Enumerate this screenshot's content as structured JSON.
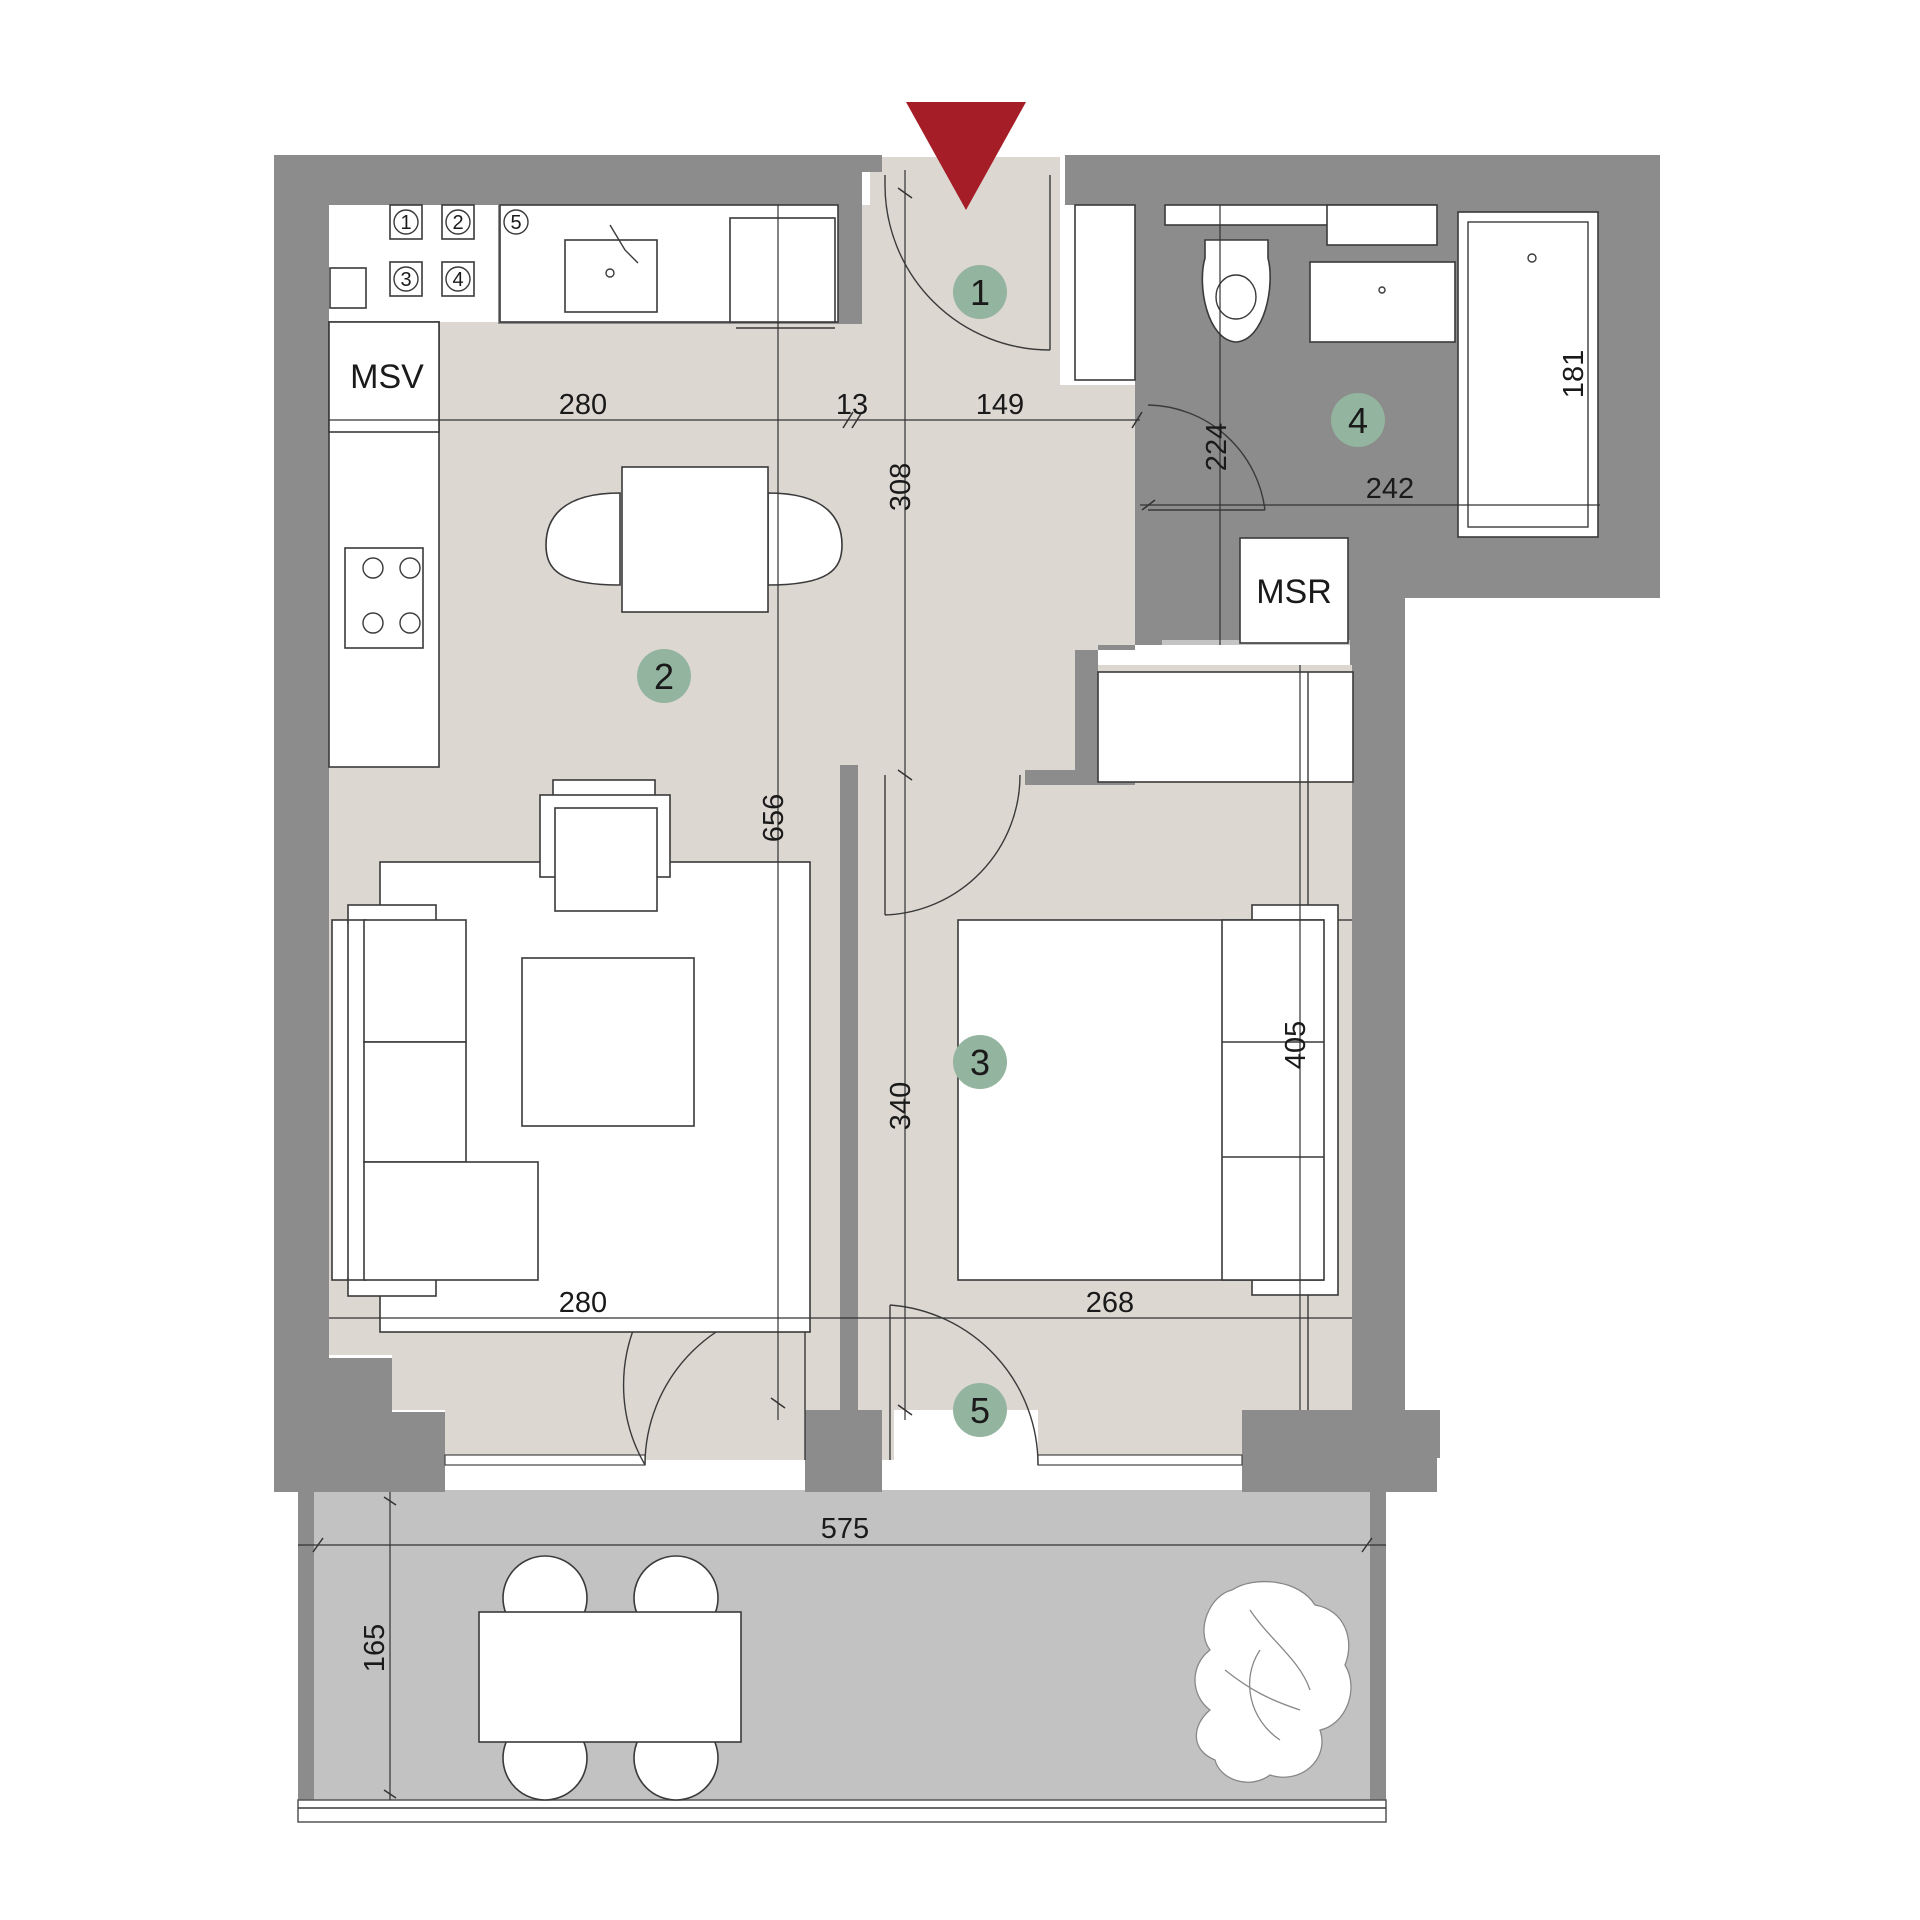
{
  "colors": {
    "wall": "#8c8c8c",
    "floor_living": "#ddd7d2",
    "floor_bath": "#c4c4c4",
    "balcony": "#c2c2c2",
    "room_badge": "#93b49f",
    "entrance_arrow": "#a51d26"
  },
  "icons": {
    "entrance": "entrance-arrow-icon",
    "plant": "plant-icon"
  },
  "rooms": [
    {
      "number": "1"
    },
    {
      "number": "2"
    },
    {
      "number": "3"
    },
    {
      "number": "4"
    },
    {
      "number": "5"
    }
  ],
  "labels": {
    "msv": "MSV",
    "msr": "MSR"
  },
  "meters": [
    "1",
    "2",
    "3",
    "4",
    "5"
  ],
  "dimensions": {
    "living_top_width": "280",
    "gap": "13",
    "hall_width": "149",
    "hall_depth": "308",
    "living_depth": "656",
    "living_bottom_width": "280",
    "bedroom_width": "268",
    "bedroom_depth_left": "340",
    "bedroom_depth_right": "405",
    "bath_depth": "224",
    "bath_width": "242",
    "tub_length": "181",
    "balcony_width": "575",
    "balcony_depth": "165"
  }
}
